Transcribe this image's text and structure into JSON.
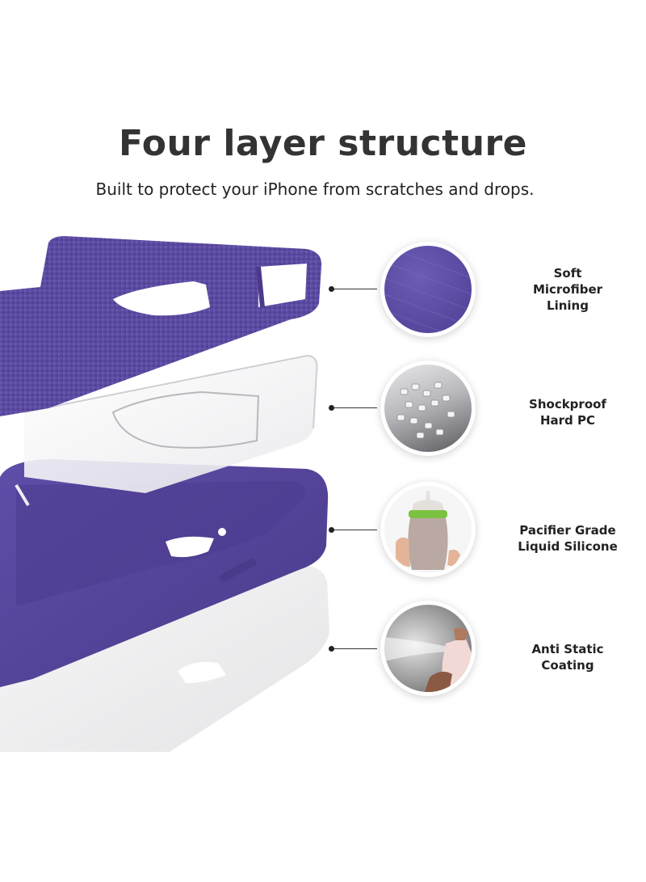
{
  "header": {
    "title": "Four layer structure",
    "subtitle": "Built to protect your iPhone from scratches and drops."
  },
  "layers": [
    {
      "line1": "Soft",
      "line2": "Microfiber",
      "line3": "Lining",
      "image": "purple-microfiber-texture",
      "color": "#5b4a9e"
    },
    {
      "line1": "Shockproof",
      "line2": "Hard PC",
      "line3": "",
      "image": "clear-pc-pellets",
      "color": "#7a7a7a"
    },
    {
      "line1": "Pacifier Grade",
      "line2": "Liquid Silicone",
      "line3": "",
      "image": "baby-bottle-silicone",
      "color": "#7cc242"
    },
    {
      "line1": "Anti Static",
      "line2": "Coating",
      "line3": "",
      "image": "spray-mist",
      "color": "#6b6b6b"
    }
  ],
  "colors": {
    "case_purple": "#5b4a9e",
    "case_purple_dark": "#4b3a8c",
    "text_dark": "#333333"
  }
}
